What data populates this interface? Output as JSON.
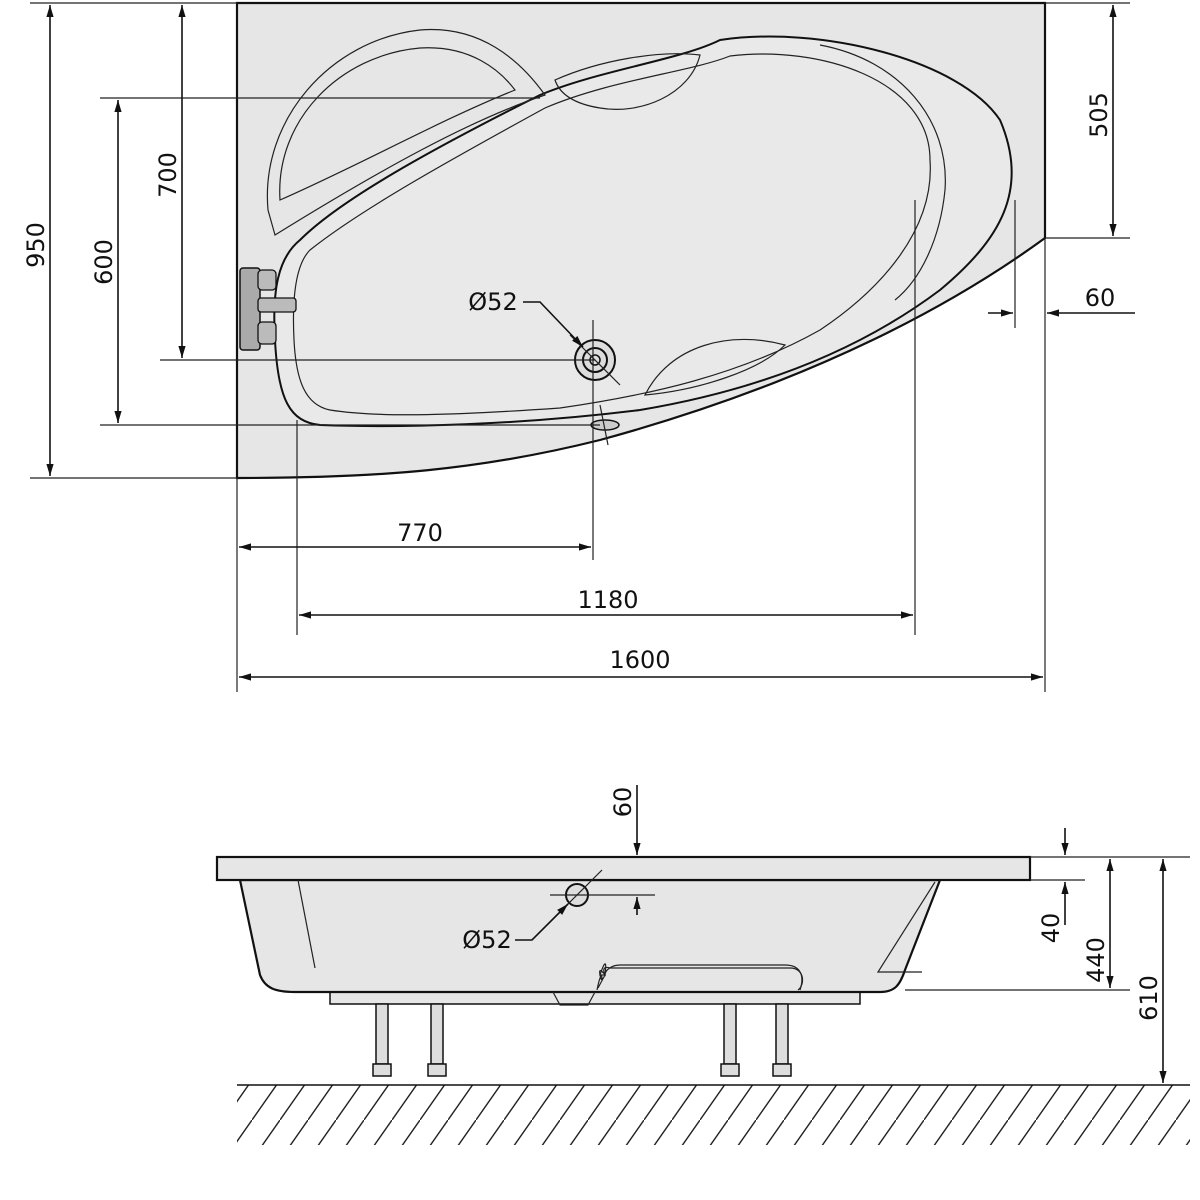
{
  "title": "Corner bathtub technical drawing",
  "top_view": {
    "dims": {
      "overall_width": "950",
      "height_700": "700",
      "height_600": "600",
      "right_side": "505",
      "offset_60": "60",
      "drain_diameter": "Ø52",
      "drain_position": "770",
      "inner_length": "1180",
      "overall_length": "1600"
    }
  },
  "side_view": {
    "dims": {
      "overflow_offset": "60",
      "overflow_diameter": "Ø52",
      "rim_thickness": "40",
      "depth": "440",
      "total_height": "610"
    }
  },
  "colors": {
    "tub_fill": "#e6e6e6",
    "line": "#111111"
  }
}
